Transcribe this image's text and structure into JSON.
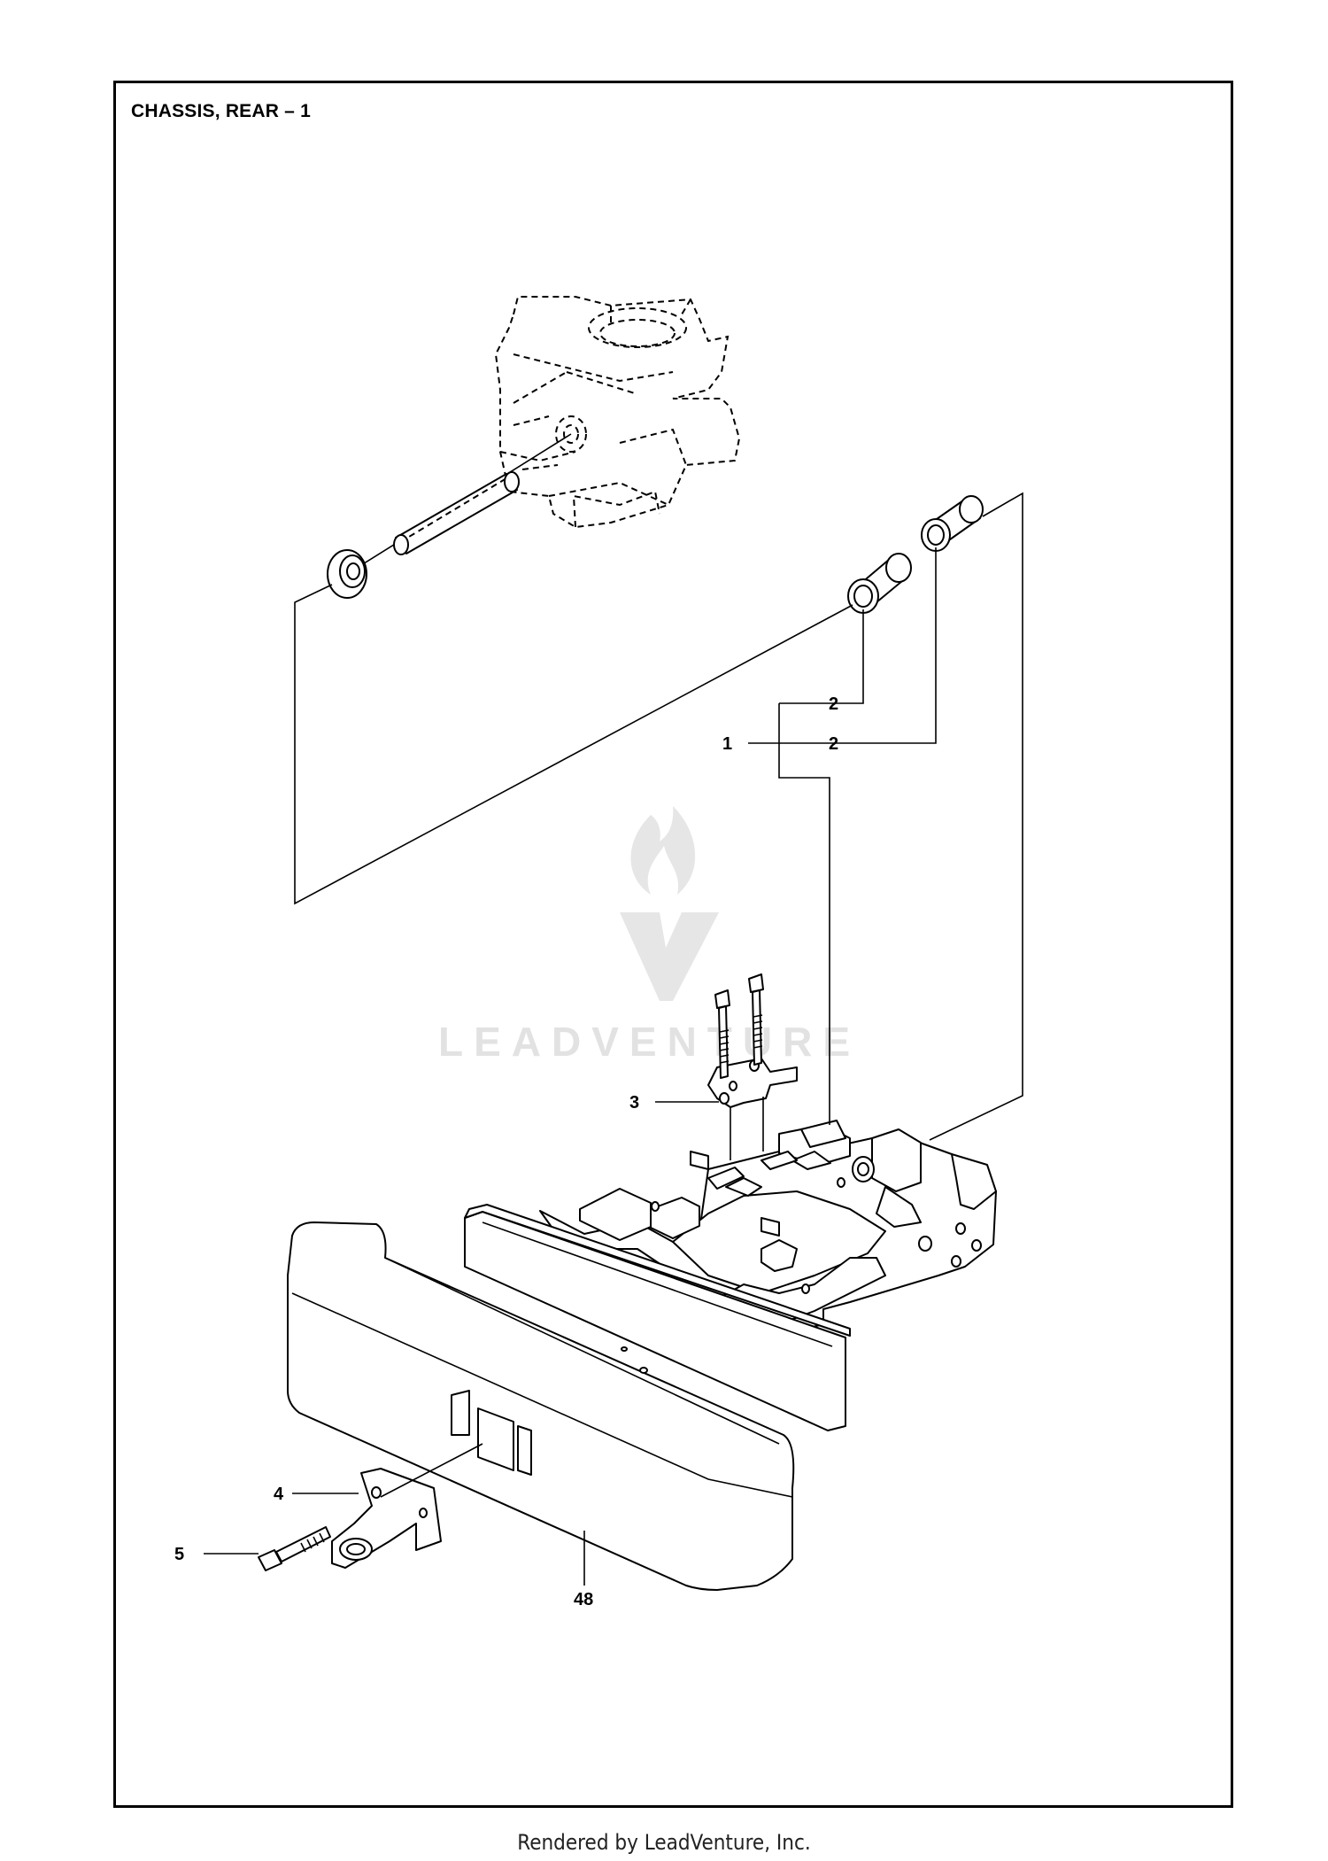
{
  "title": "CHASSIS, REAR – 1",
  "callouts": {
    "c1": "1",
    "c2a": "2",
    "c2b": "2",
    "c3": "3",
    "c4": "4",
    "c5": "5",
    "c48": "48"
  },
  "watermark": {
    "text": "LEADVENTURE",
    "icon": "flame-logo-icon"
  },
  "footer": "Rendered by LeadVenture, Inc."
}
